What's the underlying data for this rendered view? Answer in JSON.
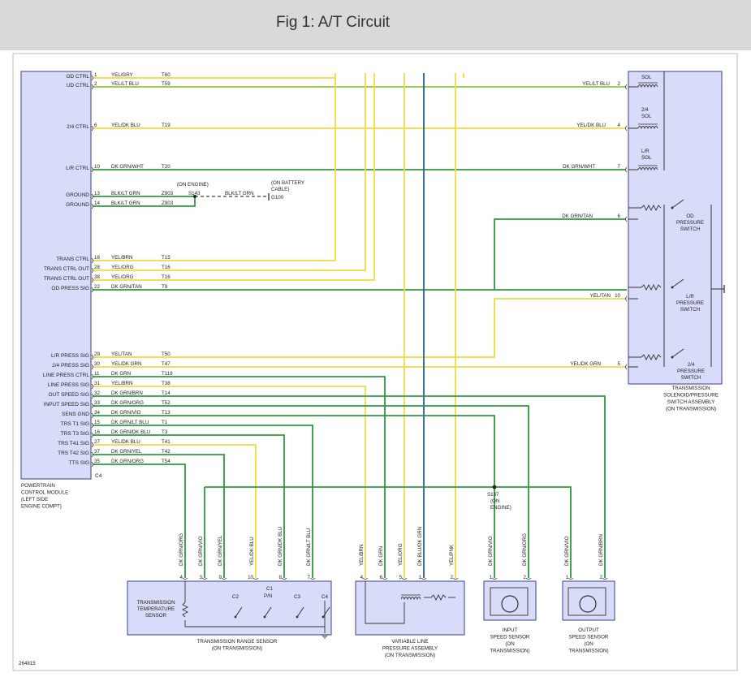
{
  "title": "Fig 1: A/T Circuit",
  "diagram_id": "264815",
  "colors": {
    "yellow": "#f0dc3c",
    "green": "#2e9a3c",
    "lightgreen": "#8ac83c",
    "blue": "#2a5ca8",
    "module_fill": "#d8dcf8",
    "module_stroke": "#5a5aa8"
  },
  "pcm": {
    "label": [
      "POWERTRAIN",
      "CONTROL MODULE",
      "(LEFT SIDE",
      "ENGINE COMPT)"
    ],
    "connector": "C4",
    "pins": [
      {
        "name": "OD CTRL",
        "pin": "1",
        "wire": "YEL/GRY",
        "circuit": "T60"
      },
      {
        "name": "UD CTRL",
        "pin": "2",
        "wire": "YEL/LT BLU",
        "circuit": "T59"
      },
      {
        "name": "2/4 CTRL",
        "pin": "6",
        "wire": "YEL/DK BLU",
        "circuit": "T19"
      },
      {
        "name": "L/R CTRL",
        "pin": "10",
        "wire": "DK GRN/WHT",
        "circuit": "T20"
      },
      {
        "name": "GROUND",
        "pin": "13",
        "wire": "BLK/LT GRN",
        "circuit": "Z903"
      },
      {
        "name": "GROUND",
        "pin": "14",
        "wire": "BLK/LT GRN",
        "circuit": "Z903"
      },
      {
        "name": "TRANS CTRL",
        "pin": "18",
        "wire": "YEL/BRN",
        "circuit": "T15"
      },
      {
        "name": "TRANS CTRL OUT",
        "pin": "28",
        "wire": "YEL/ORG",
        "circuit": "T16"
      },
      {
        "name": "TRANS CTRL OUT",
        "pin": "38",
        "wire": "YEL/ORG",
        "circuit": "T16"
      },
      {
        "name": "OD PRESS SIG",
        "pin": "22",
        "wire": "DK GRN/TAN",
        "circuit": "T9"
      },
      {
        "name": "L/R PRESS SIG",
        "pin": "29",
        "wire": "YEL/TAN",
        "circuit": "T50"
      },
      {
        "name": "2/4 PRESS SIG",
        "pin": "30",
        "wire": "YEL/DK GRN",
        "circuit": "T47"
      },
      {
        "name": "LINE PRESS CTRL",
        "pin": "11",
        "wire": "DK GRN",
        "circuit": "T118"
      },
      {
        "name": "LINE PRESS SIG",
        "pin": "31",
        "wire": "YEL/BRN",
        "circuit": "T38"
      },
      {
        "name": "OUT SPEED SIG",
        "pin": "32",
        "wire": "DK GRN/BRN",
        "circuit": "T14"
      },
      {
        "name": "INPUT SPEED SIG",
        "pin": "33",
        "wire": "DK GRN/ORG",
        "circuit": "T52"
      },
      {
        "name": "SENS GND",
        "pin": "34",
        "wire": "DK GRN/VIO",
        "circuit": "T13"
      },
      {
        "name": "TRS T1 SIG",
        "pin": "15",
        "wire": "DK GRN/LT BLU",
        "circuit": "T1"
      },
      {
        "name": "TRS T3 SIG",
        "pin": "16",
        "wire": "DK GRN/DK BLU",
        "circuit": "T3"
      },
      {
        "name": "TRS T41 SIG",
        "pin": "27",
        "wire": "YEL/DK BLU",
        "circuit": "T41"
      },
      {
        "name": "TRS T42 SIG",
        "pin": "37",
        "wire": "DK GRN/YEL",
        "circuit": "T42"
      },
      {
        "name": "TTS SIG",
        "pin": "35",
        "wire": "DK GRN/ORG",
        "circuit": "T54"
      }
    ]
  },
  "ground": {
    "engine_label": "(ON ENGINE)",
    "splice": "S143",
    "wire": "BLK/LT GRN",
    "battery_label": [
      "(ON BATTERY",
      "CABLE)"
    ],
    "ground_id": "G100"
  },
  "solenoid_assembly": {
    "label": [
      "TRANSMISSION",
      "SOLENOID/PRESSURE",
      "SWITCH ASSEMBLY",
      "(ON TRANSMISSION)"
    ],
    "inputs": [
      {
        "wire": "YEL/LT BLU",
        "pin": "2"
      },
      {
        "wire": "YEL/DK BLU",
        "pin": "4"
      },
      {
        "wire": "DK GRN/WHT",
        "pin": "7"
      },
      {
        "wire": "DK GRN/TAN",
        "pin": "6"
      },
      {
        "wire": "YEL/TAN",
        "pin": "10"
      },
      {
        "wire": "YEL/DK GRN",
        "pin": "5"
      }
    ],
    "sol_top": "SOL",
    "sol_24": [
      "2/4",
      "SOL"
    ],
    "sol_lr": [
      "L/R",
      "SOL"
    ],
    "switch_od": [
      "OD",
      "PRESSURE",
      "SWITCH"
    ],
    "switch_lr": [
      "L/R",
      "PRESSURE",
      "SWITCH"
    ],
    "switch_24": [
      "2/4",
      "PRESSURE",
      "SWITCH"
    ]
  },
  "splice_s137": [
    "S137",
    "(ON",
    "ENGINE)"
  ],
  "trs": {
    "label": [
      "TRANSMISSION RANGE SENSOR",
      "(ON TRANSMISSION)"
    ],
    "temp_sensor_label": [
      "TRANSMISSION",
      "TEMPERATURE",
      "SENSOR"
    ],
    "wires": [
      {
        "wire": "DK GRN/ORG",
        "pin": "4"
      },
      {
        "wire": "DK GRN/VIO",
        "pin": "3"
      },
      {
        "wire": "DK GRN/YEL",
        "pin": "9"
      },
      {
        "wire": "YEL/DK BLU",
        "pin": "10"
      },
      {
        "wire": "DK GRN/DK BLU",
        "pin": "8"
      },
      {
        "wire": "DK GRN/LT BLU",
        "pin": "7"
      }
    ],
    "switches": [
      "C2",
      "C1",
      "P/N",
      "C3",
      "C4"
    ]
  },
  "vlp": {
    "label": [
      "VARIABLE LINE",
      "PRESSURE ASSEMBLY",
      "(ON TRANSMISSION)"
    ],
    "wires": [
      {
        "wire": "YEL/BRN",
        "pin": "4"
      },
      {
        "wire": "DK GRN",
        "pin": "6"
      },
      {
        "wire": "YEL/ORG",
        "pin": "5"
      },
      {
        "wire": "DK BLU/DK GRN",
        "pin": "1"
      },
      {
        "wire": "YEL/PNK",
        "pin": "2"
      }
    ]
  },
  "input_sensor": {
    "label": [
      "INPUT",
      "SPEED SENSOR",
      "(ON",
      "TRANSMISSION)"
    ],
    "wires": [
      {
        "wire": "DK GRN/VIO",
        "pin": "1"
      },
      {
        "wire": "DK GRN/ORG",
        "pin": "2"
      }
    ]
  },
  "output_sensor": {
    "label": [
      "OUTPUT",
      "SPEED SENSOR",
      "(ON",
      "TRANSMISSION)"
    ],
    "wires": [
      {
        "wire": "DK GRN/VIO",
        "pin": "1"
      },
      {
        "wire": "DK GRN/BRN",
        "pin": "2"
      }
    ]
  }
}
